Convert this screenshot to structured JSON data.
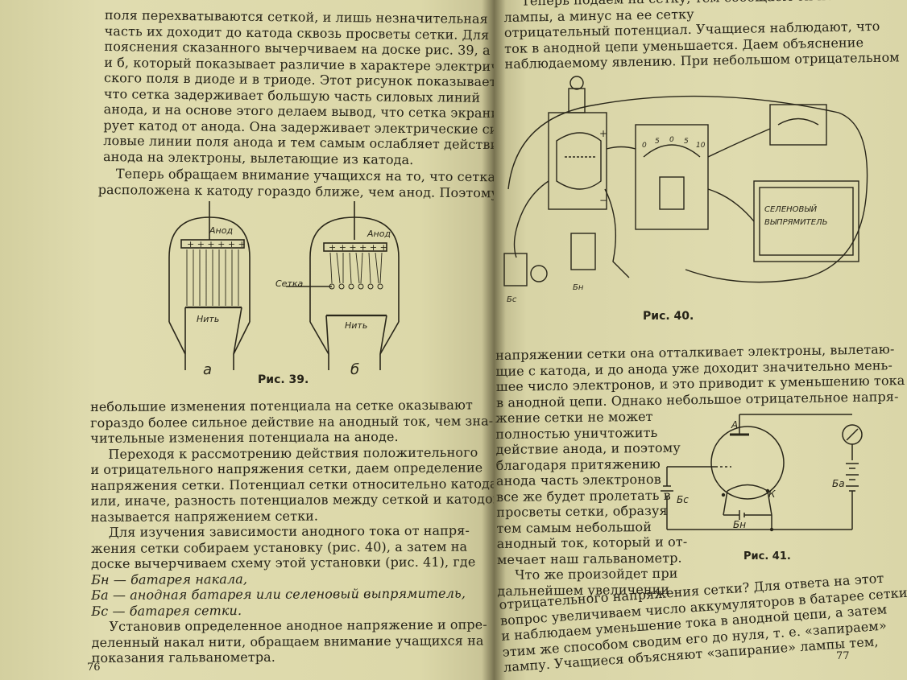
{
  "left_page": {
    "top_lines": [
      "поля перехватываются сеткой, и лишь незначительная",
      "часть их доходит до катода сквозь просветы сетки. Для",
      "пояснения сказанного вычерчиваем на доске рис. 39, а",
      "и б, который показывает различие в характере электриче-",
      "ского поля в диоде и в триоде. Этот рисунок показывает,",
      "что сетка задерживает большую часть силовых линий",
      "анода, и на основе этого делаем вывод, что сетка экрани-",
      "рует катод от анода. Она задерживает электрические си-",
      "ловые линии поля анода и тем самым ослабляет действие",
      "анода на электроны, вылетающие из катода."
    ],
    "para2_lines": [
      "Теперь обращаем внимание учащихся на то, что сетка",
      "расположена к катоду гораздо ближе, чем анод. Поэтому"
    ],
    "fig39": {
      "anode_label": "Анод",
      "filament_label": "Нить",
      "grid_label": "Сетка",
      "sub_a": "а",
      "sub_b": "б",
      "caption": "Рис. 39."
    },
    "bottom_lines": [
      "небольшие изменения потенциала на сетке оказывают",
      "гораздо более сильное действие на анодный ток, чем зна-",
      "чительные изменения потенциала на аноде.",
      "Переходя к рассмотрению действия положительного",
      "и отрицательного напряжения сетки, даем определение",
      "напряжения сетки. Потенциал сетки относительно катода,",
      "или, иначе, разность потенциалов между сеткой и катодом,",
      "называется напряжением сетки.",
      "Для изучения зависимости анодного тока от напря-",
      "жения сетки собираем установку (рис. 40), а затем на",
      "доске вычерчиваем схему этой установки (рис. 41), где",
      "Бн — батарея накала,",
      "Ба — анодная батарея или селеновый выпрямитель,",
      "Бс — батарея сетки.",
      "Установив определенное анодное напряжение и опре-",
      "деленный накал нити, обращаем внимание учащихся на",
      "показания гальванометра."
    ],
    "page_number": "76"
  },
  "right_page": {
    "top_lines": [
      "Теперь подаем на сетку, тем сообщаем ей потен-",
      "лампы, а минус на ее сетку",
      "отрицательный потенциал. Учащиеся наблюдают, что",
      "ток в анодной цепи уменьшается. Даем объяснение",
      "наблюдаемому явлению. При небольшом отрицательном"
    ],
    "fig40": {
      "rectifier_line1": "СЕЛЕНОВЫЙ",
      "rectifier_line2": "ВЫПРЯМИТЕЛЬ",
      "label_bn": "Бн",
      "label_bs": "Бс",
      "plus": "+",
      "minus": "−",
      "scale": [
        "0",
        "5",
        "0",
        "5",
        "10"
      ],
      "caption": "Рис. 40."
    },
    "middle_lines": [
      "напряжении сетки она отталкивает электроны, вылетаю-",
      "щие с катода, и до анода уже доходит значительно мень-",
      "шее число электронов, и это приводит к уменьшению тока",
      "в анодной цепи. Однако небольшое отрицательное напря-"
    ],
    "wrap_lines": [
      "жение сетки не может",
      "полностью уничтожить",
      "действие анода, и поэтому",
      "благодаря притяжению",
      "анода часть электронов",
      "все же будет пролетать в",
      "просветы сетки, образуя",
      "тем самым небольшой",
      "анодный ток, который и от-",
      "мечает наш гальванометр.",
      "Что же произойдет при",
      "дальнейшем увеличении"
    ],
    "fig41": {
      "label_a": "А",
      "label_k": "К",
      "label_ba": "Ба",
      "label_bs": "Бс",
      "label_bn": "Бн",
      "caption": "Рис. 41."
    },
    "bottom_lines": [
      "отрицательного напряжения сетки? Для ответа на этот",
      "вопрос увеличиваем число аккумуляторов в батарее сетки",
      "и наблюдаем уменьшение тока в анодной цепи, а затем",
      "этим же способом сводим его до нуля, т. е. «запираем»",
      "лампу. Учащиеся объясняют «запирание» лампы тем,"
    ],
    "page_number": "77"
  }
}
